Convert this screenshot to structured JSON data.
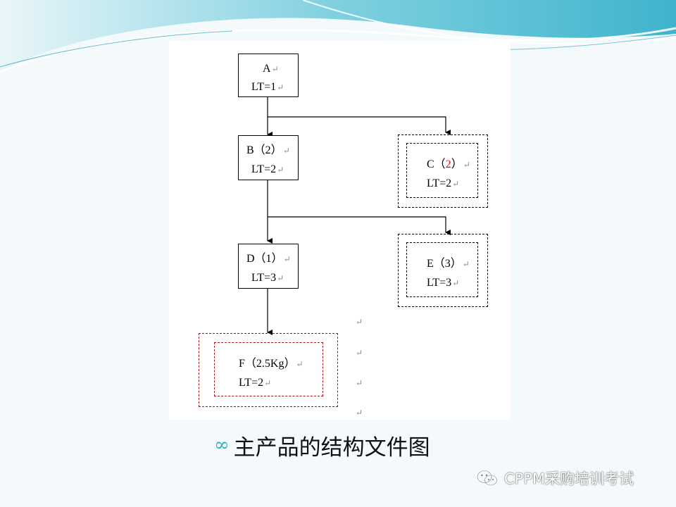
{
  "nodes": {
    "A": {
      "name": "A",
      "lt": "LT=1"
    },
    "B": {
      "name": "B（2）",
      "lt": "LT=2"
    },
    "C": {
      "name_prefix": "C（",
      "qty": "2",
      "name_suffix": "）",
      "lt": "LT=2"
    },
    "D": {
      "name": "D（1）",
      "lt": "LT=3"
    },
    "E": {
      "name": "E（3）",
      "lt": "LT=3"
    },
    "F": {
      "name": "F（2.5Kg）",
      "lt": "LT=2"
    }
  },
  "return_mark": "↵",
  "caption": {
    "bullet": "∞",
    "text": "主产品的结构文件图"
  },
  "watermark": {
    "text": "CPPM采购培训考试",
    "icon": "wechat-icon"
  },
  "colors": {
    "accent_red": "#d01010",
    "dashed_red": "#a0161a",
    "bullet": "#2fb0c0",
    "banner": "#5bc3d8"
  }
}
